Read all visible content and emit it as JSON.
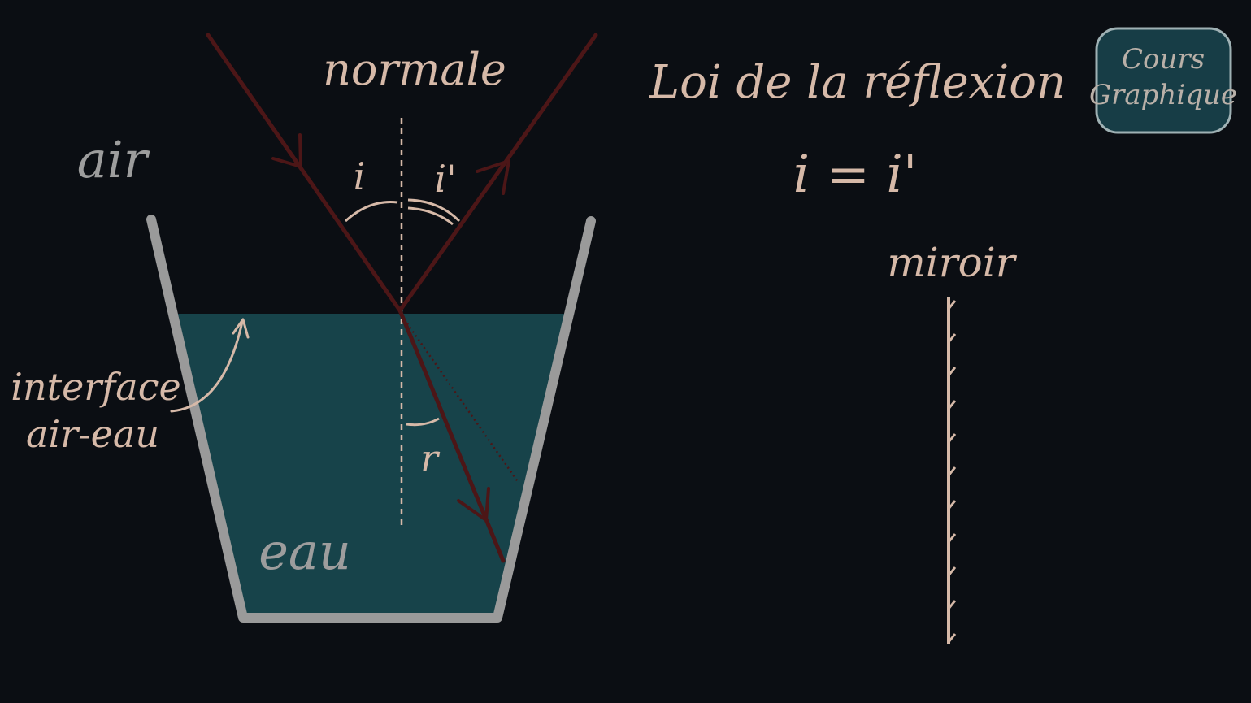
{
  "labels": {
    "normal": "normale",
    "air": "air",
    "water": "eau",
    "interface_line1": "interface",
    "interface_line2": "air-eau",
    "angle_incidence": "i",
    "angle_reflection": "i'",
    "angle_refraction": "r"
  },
  "law": {
    "title": "Loi de la réflexion",
    "formula": "i = i'"
  },
  "mirror": {
    "label": "miroir",
    "hatch_count": 11
  },
  "logo": {
    "line1": "Cours",
    "line2": "Graphique"
  },
  "colors": {
    "background": "#0b0e13",
    "water": "#17434a",
    "glass": "#9a9a9a",
    "ray": "#4c1617",
    "text": "#d6b9a8",
    "logo_fill": "#173d46",
    "logo_border": "#9fb1b4"
  }
}
